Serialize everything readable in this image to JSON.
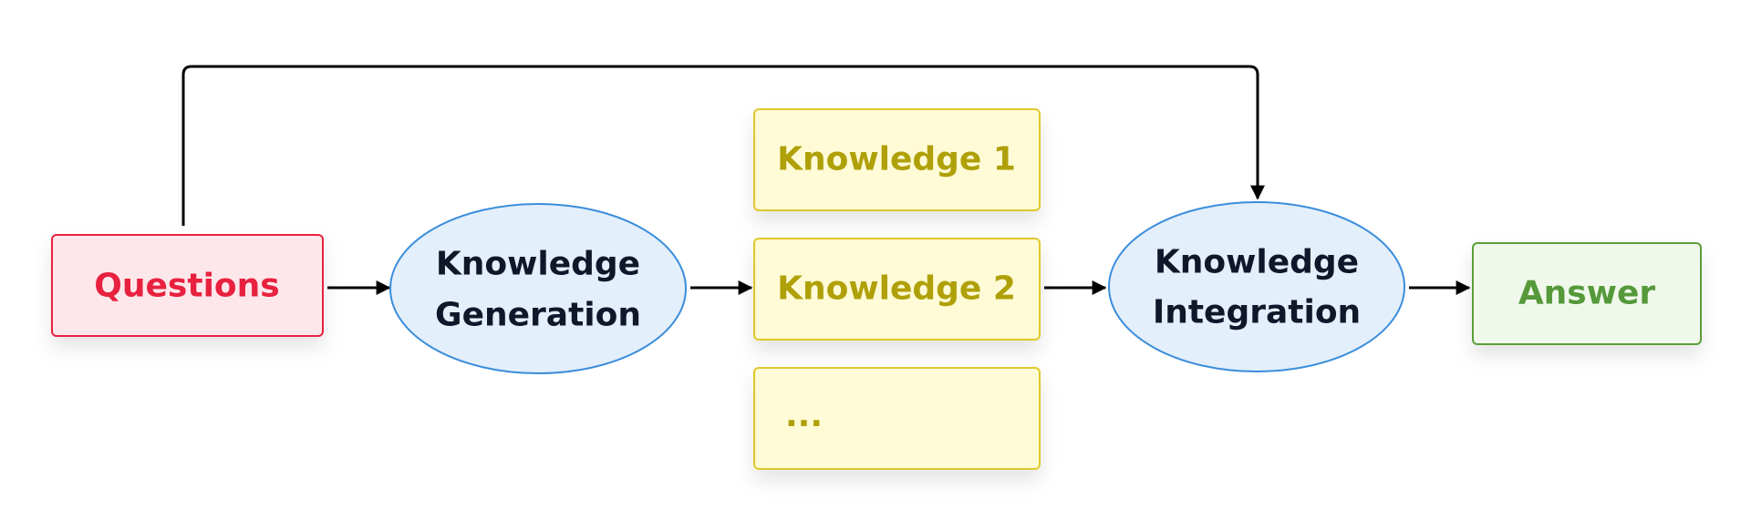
{
  "nodes": {
    "questions": {
      "label": "Questions"
    },
    "knowledge_generation": {
      "line1": "Knowledge",
      "line2": "Generation"
    },
    "knowledge_1": {
      "label": "Knowledge 1"
    },
    "knowledge_2": {
      "label": "Knowledge 2"
    },
    "knowledge_more": {
      "label": "..."
    },
    "knowledge_integration": {
      "line1": "Knowledge",
      "line2": "Integration"
    },
    "answer": {
      "label": "Answer"
    }
  },
  "colors": {
    "questions_fill": "#fde7ea",
    "questions_stroke": "#e8213f",
    "questions_text": "#e8213f",
    "ellipse_fill": "#e3effb",
    "ellipse_stroke": "#3b8ddb",
    "ellipse_text": "#10172a",
    "knowledge_fill": "#fffbd6",
    "knowledge_stroke": "#e0c82a",
    "knowledge_text": "#afa008",
    "answer_fill": "#f0f8ec",
    "answer_stroke": "#5a9e3a",
    "answer_text": "#55993a",
    "arrow": "#000000"
  }
}
